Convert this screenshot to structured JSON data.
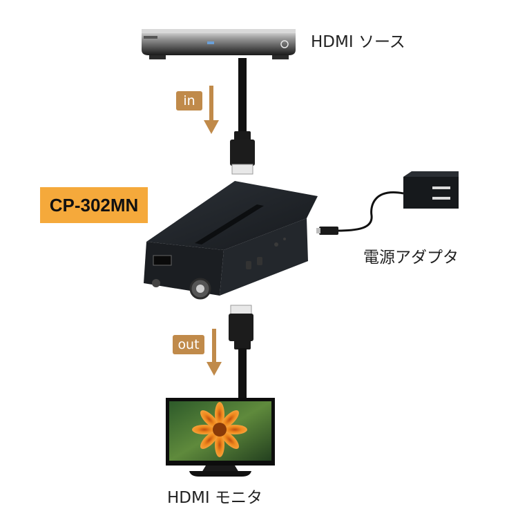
{
  "labels": {
    "source": "HDMI ソース",
    "power": "電源アダプタ",
    "monitor": "HDMI モニタ"
  },
  "badges": {
    "in": "in",
    "out": "out"
  },
  "model": "CP-302MN",
  "colors": {
    "arrow": "#c08a4a",
    "model_badge": "#f5a93b",
    "device": "#1f2328",
    "cable": "#111111"
  }
}
